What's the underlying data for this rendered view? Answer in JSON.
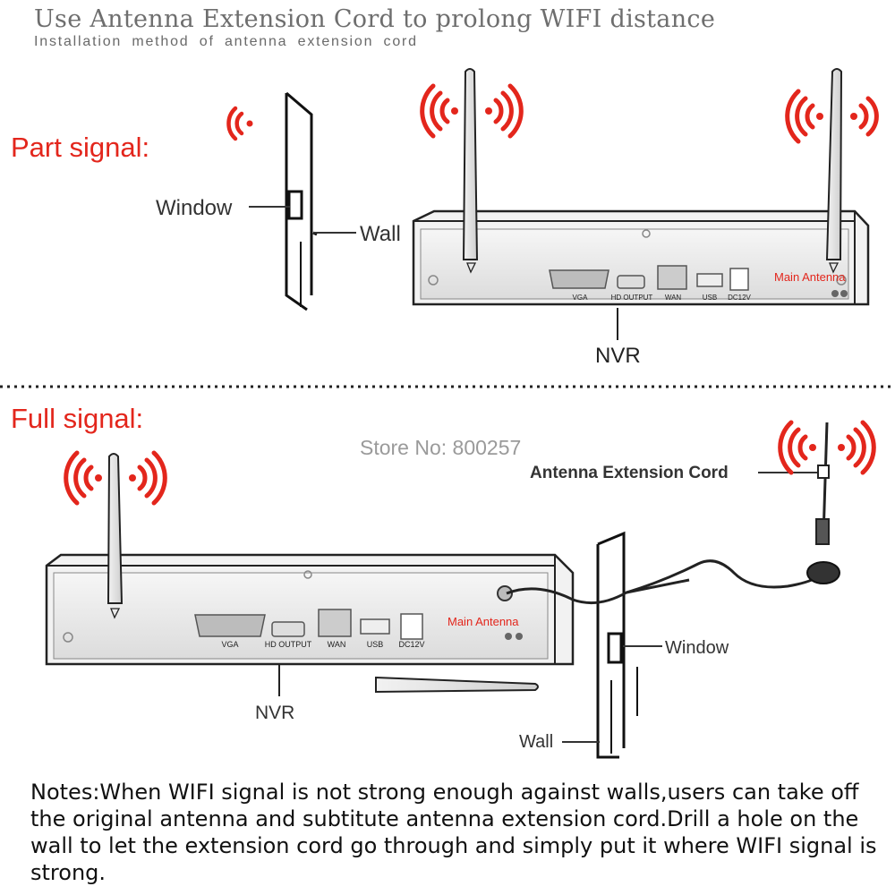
{
  "header": {
    "title": "Use Antenna Extension Cord to prolong WIFI distance",
    "subtitle": "Installation method of antenna extension cord"
  },
  "part_section": {
    "heading": "Part signal:",
    "window_label": "Window",
    "wall_label": "Wall",
    "nvr_label": "NVR",
    "main_antenna_label": "Main Antenna"
  },
  "full_section": {
    "heading": "Full signal:",
    "store_label": "Store No: 800257",
    "extension_cord_label": "Antenna Extension Cord",
    "window_label": "Window",
    "wall_label": "Wall",
    "nvr_label": "NVR",
    "main_antenna_label": "Main Antenna"
  },
  "ports": {
    "vga": "VGA",
    "hd_output": "HD OUTPUT",
    "wan": "WAN",
    "usb": "USB",
    "dc12v": "DC12V"
  },
  "notes": {
    "text": "Notes:When WIFI signal is not strong enough against walls,users can take off the original antenna and subtitute antenna extension cord.Drill a hole on the wall to let the extension cord go through and simply put it where WIFI signal is strong."
  },
  "colors": {
    "signal": "#e3261c",
    "accent_text": "#e3261c",
    "label_text": "#333333",
    "title_text": "#6e6e6e"
  },
  "icons": [
    "wifi-signal-icon",
    "antenna-icon",
    "magnetic-antenna-icon",
    "nvr-device-icon",
    "wall-icon",
    "window-icon"
  ]
}
